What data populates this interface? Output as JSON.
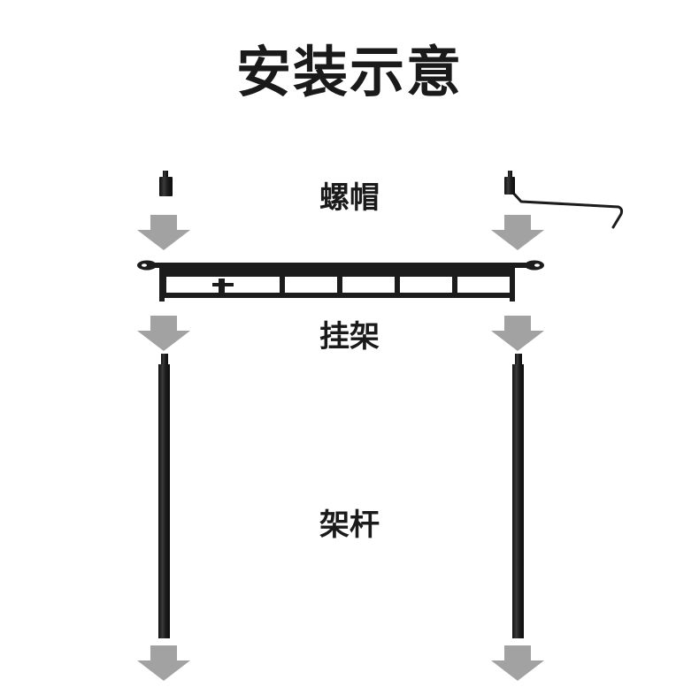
{
  "title": "安装示意",
  "labels": {
    "nut": "螺帽",
    "hanger": "挂架",
    "pole": "架杆"
  },
  "colors": {
    "background": "#ffffff",
    "text": "#1a1a1a",
    "arrow": "#a2a2a2",
    "part": "#1c1c1c"
  }
}
